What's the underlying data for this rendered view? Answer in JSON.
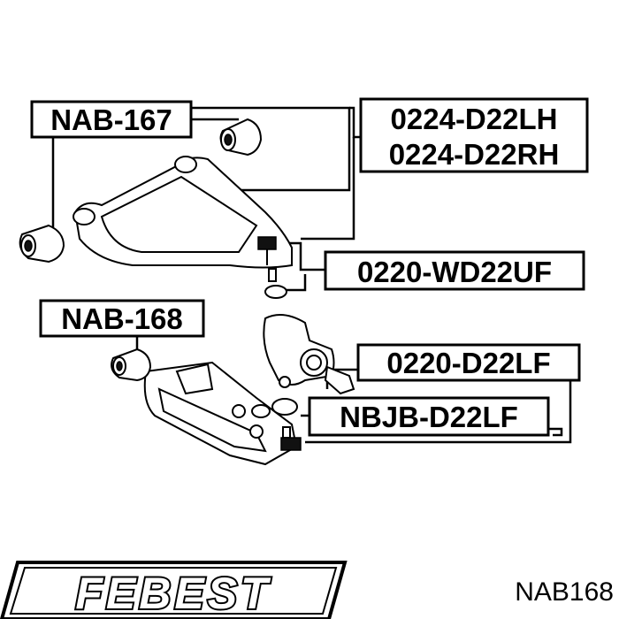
{
  "labels": {
    "nab167": "NAB-167",
    "lh": "0224-D22LH",
    "rh": "0224-D22RH",
    "wd22uf": "0220-WD22UF",
    "nab168": "NAB-168",
    "d22lf": "0220-D22LF",
    "nbjb": "NBJB-D22LF"
  },
  "brand": {
    "logo_text": "FEBEST",
    "part_code": "NAB168"
  }
}
